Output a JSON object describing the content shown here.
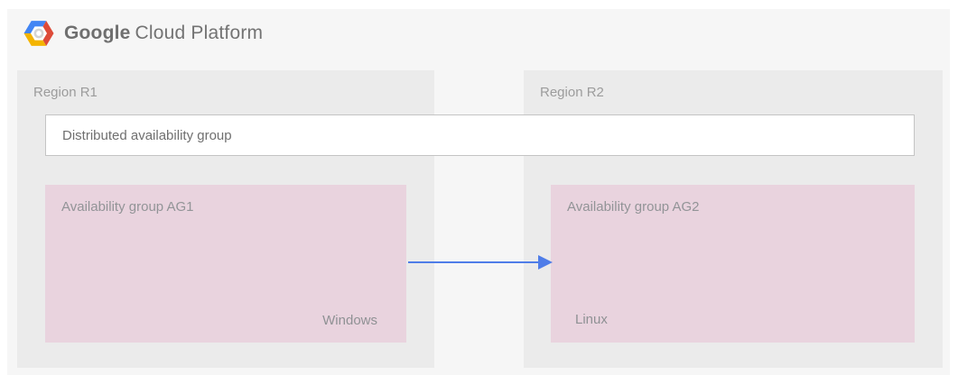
{
  "header": {
    "brand_google": "Google",
    "brand_rest": "Cloud Platform",
    "logo_icon": "gcp-hexagon-logo"
  },
  "diagram": {
    "regions": [
      {
        "label": "Region R1"
      },
      {
        "label": "Region R2"
      }
    ],
    "distributed_group": {
      "label": "Distributed availability group"
    },
    "availability_groups": [
      {
        "label": "Availability group AG1",
        "os": "Windows",
        "region": "Region R1"
      },
      {
        "label": "Availability group AG2",
        "os": "Linux",
        "region": "Region R2"
      }
    ],
    "arrow": {
      "from": "Availability group AG1",
      "to": "Availability group AG2",
      "direction": "right",
      "color": "#4f7de8"
    }
  },
  "colors": {
    "panel_background": "#f6f6f6",
    "region_background": "#ebebeb",
    "availability_group_background": "#e9d3de",
    "distributed_group_border": "#c4c4c4",
    "arrow_blue": "#4f7de8",
    "logo_blue": "#4285f4",
    "logo_red": "#dd4b39",
    "logo_yellow": "#f4b400",
    "text_gray": "#757575"
  }
}
